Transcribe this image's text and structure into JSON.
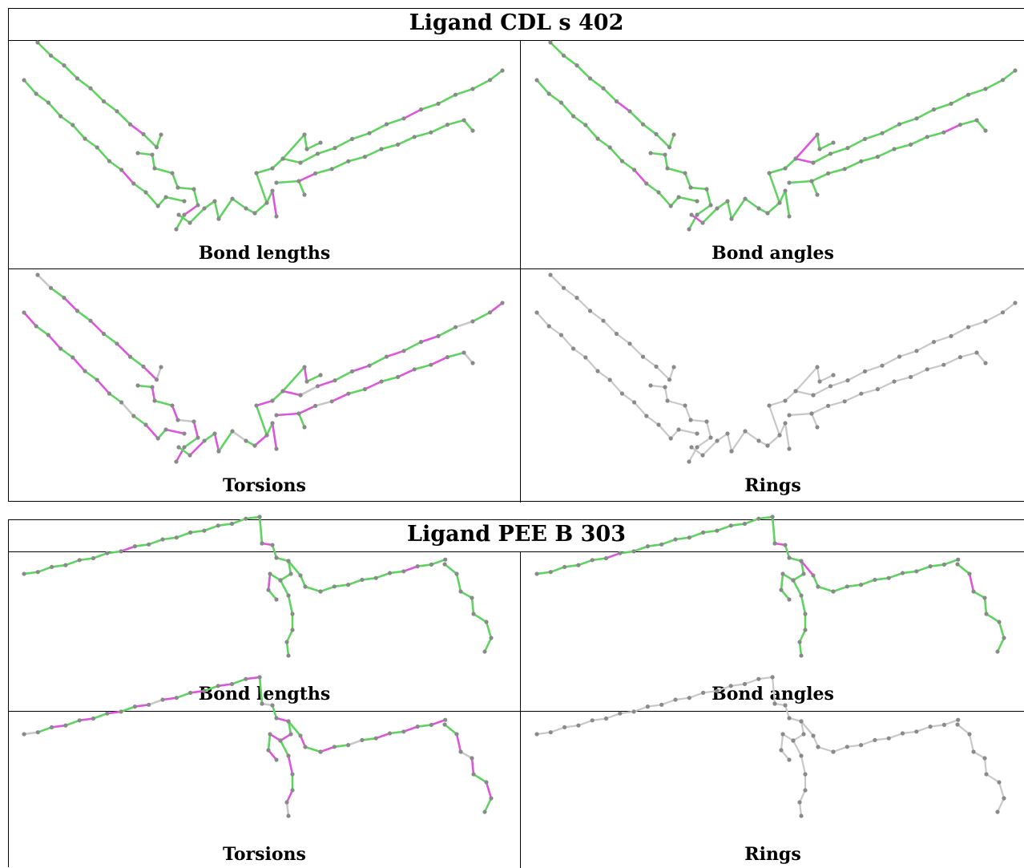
{
  "panels": [
    {
      "title": "Ligand CDL s 402",
      "cells": [
        {
          "label": "Bond lengths",
          "mode": "lengths"
        },
        {
          "label": "Bond angles",
          "mode": "angles"
        },
        {
          "label": "Torsions",
          "mode": "torsions"
        },
        {
          "label": "Rings",
          "mode": "rings"
        }
      ]
    },
    {
      "title": "Ligand PEE B 303",
      "cells": [
        {
          "label": "Bond lengths",
          "mode": "lengths"
        },
        {
          "label": "Bond angles",
          "mode": "angles"
        },
        {
          "label": "Torsions",
          "mode": "torsions"
        },
        {
          "label": "Rings",
          "mode": "rings"
        }
      ]
    }
  ],
  "colors": {
    "good": "#5fd35f",
    "outlier": "#dd55dd",
    "neutral": "#c8c8c8",
    "atom": "#8a8a8a"
  }
}
